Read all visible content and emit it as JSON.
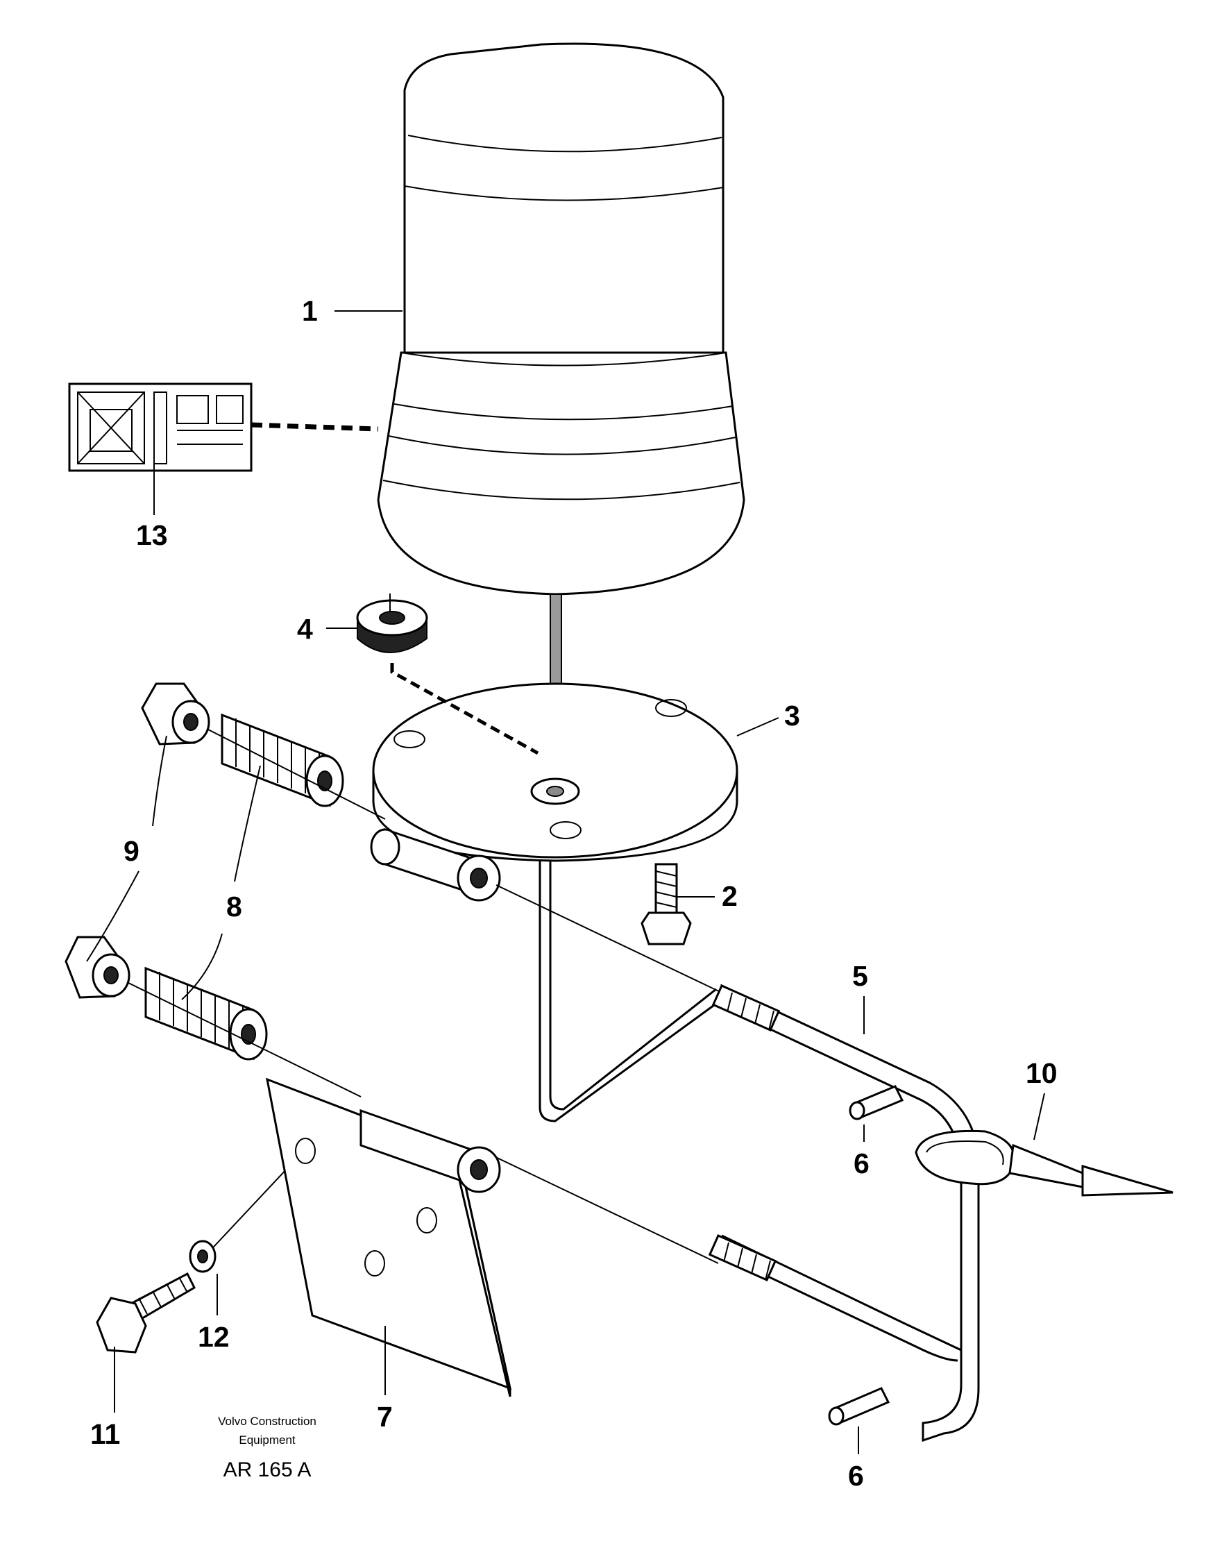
{
  "diagram": {
    "footer": {
      "company_line1": "Volvo Construction",
      "company_line2": "Equipment",
      "drawing_code": "AR 165 A"
    },
    "callouts": [
      {
        "id": "1",
        "label": "1"
      },
      {
        "id": "2",
        "label": "2"
      },
      {
        "id": "3",
        "label": "3"
      },
      {
        "id": "4",
        "label": "4"
      },
      {
        "id": "5",
        "label": "5"
      },
      {
        "id": "6a",
        "label": "6"
      },
      {
        "id": "6b",
        "label": "6"
      },
      {
        "id": "7",
        "label": "7"
      },
      {
        "id": "8",
        "label": "8"
      },
      {
        "id": "9",
        "label": "9"
      },
      {
        "id": "10",
        "label": "10"
      },
      {
        "id": "11",
        "label": "11"
      },
      {
        "id": "12",
        "label": "12"
      },
      {
        "id": "13",
        "label": "13"
      }
    ]
  }
}
